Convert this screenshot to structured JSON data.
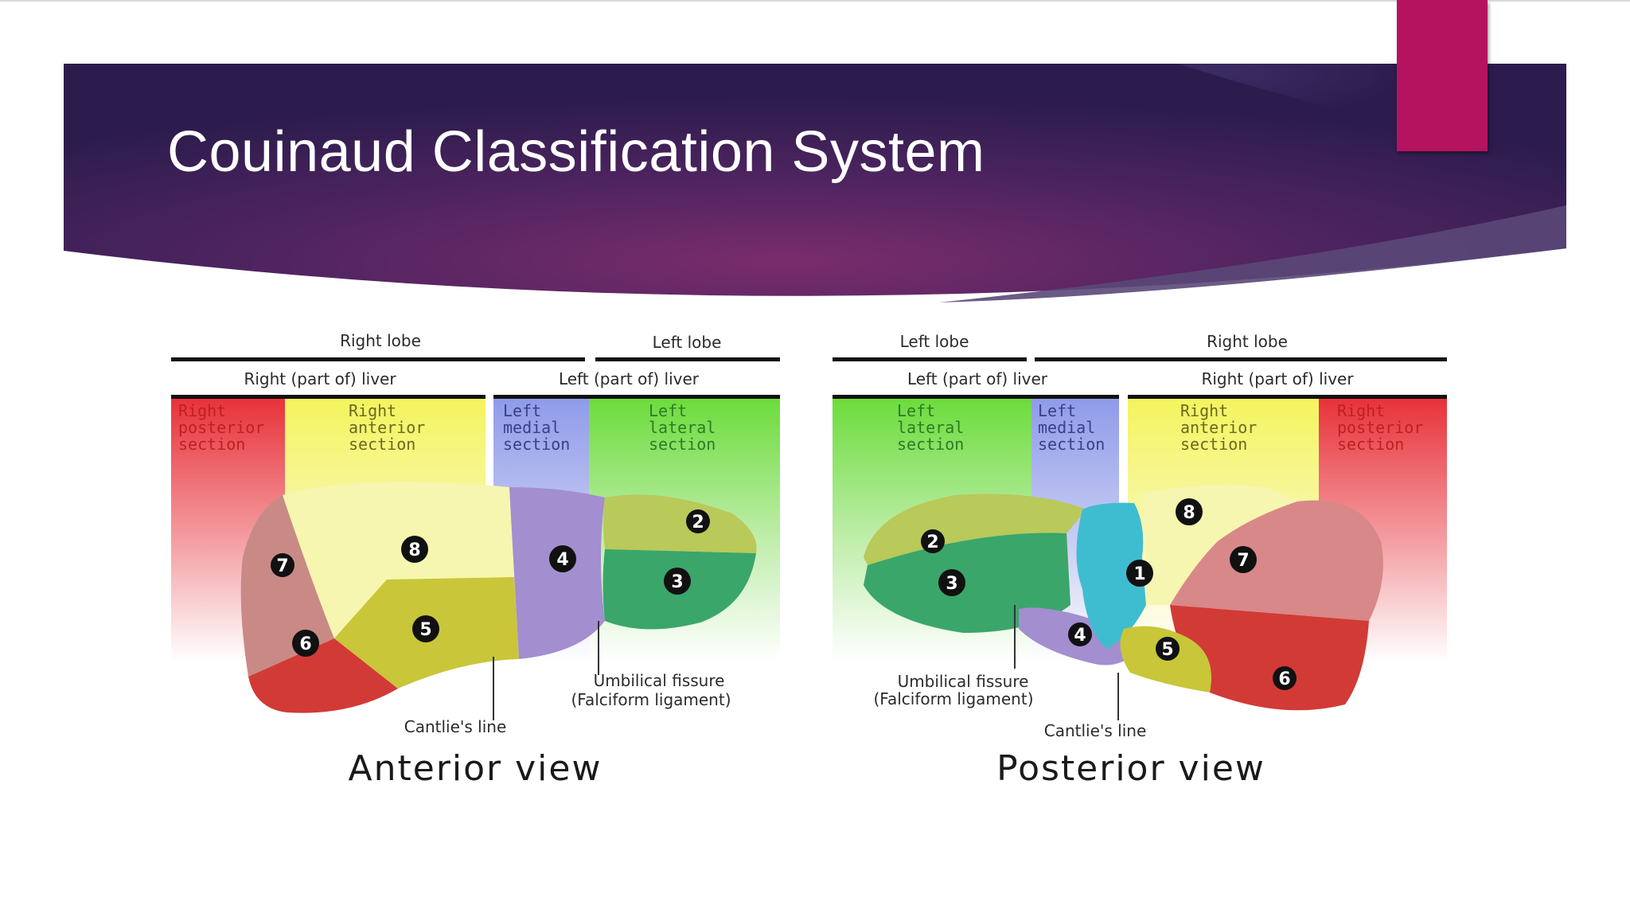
{
  "slide": {
    "title": "Couinaud Classification System",
    "colors": {
      "banner_dark": "#2f1b4e",
      "banner_mid": "#6b2a63",
      "accent": "#b5135f"
    }
  },
  "anterior": {
    "top_left": "Right lobe",
    "top_right": "Left lobe",
    "mid_left": "Right (part of) liver",
    "mid_right": "Left (part of) liver",
    "sections": [
      [
        "Right",
        "posterior",
        "section"
      ],
      [
        "Right",
        "anterior",
        "section"
      ],
      [
        "Left",
        "medial",
        "section"
      ],
      [
        "Left",
        "lateral",
        "section"
      ]
    ],
    "segments": [
      "7",
      "8",
      "4",
      "2",
      "3",
      "6",
      "5"
    ],
    "umbilical_1": "Umbilical fissure",
    "umbilical_2": "(Falciform ligament)",
    "cantlie": "Cantlie's line",
    "view_label": "Anterior view"
  },
  "posterior": {
    "top_left": "Left lobe",
    "top_right": "Right lobe",
    "mid_left": "Left (part of) liver",
    "mid_right": "Right (part of) liver",
    "sections": [
      [
        "Left",
        "lateral",
        "section"
      ],
      [
        "Left",
        "medial",
        "section"
      ],
      [
        "Right",
        "anterior",
        "section"
      ],
      [
        "Right",
        "posterior",
        "section"
      ]
    ],
    "segments": [
      "2",
      "3",
      "1",
      "8",
      "7",
      "4",
      "5",
      "6"
    ],
    "umbilical_1": "Umbilical fissure",
    "umbilical_2": "(Falciform ligament)",
    "cantlie": "Cantlie's line",
    "view_label": "Posterior view"
  },
  "zone_colors": {
    "red": "#e8323a",
    "yellow": "#f2f25a",
    "blue": "#8f9bea",
    "green": "#6cdc3c"
  }
}
